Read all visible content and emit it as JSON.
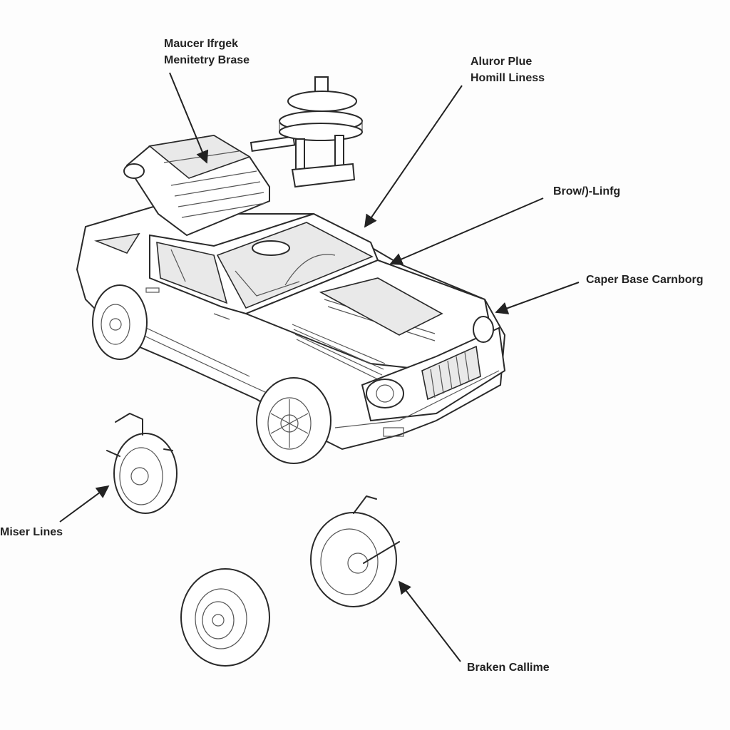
{
  "labels": {
    "top_left": [
      "Maucer Ifrgek",
      "Menitetry Brase"
    ],
    "top_right": [
      "Aluror Plue",
      "Homill Liness"
    ],
    "brow": "Brow/)-Linfg",
    "caper": "Caper Base Carnborg",
    "miser": "Miser Lines",
    "braken": "Braken Callime"
  }
}
